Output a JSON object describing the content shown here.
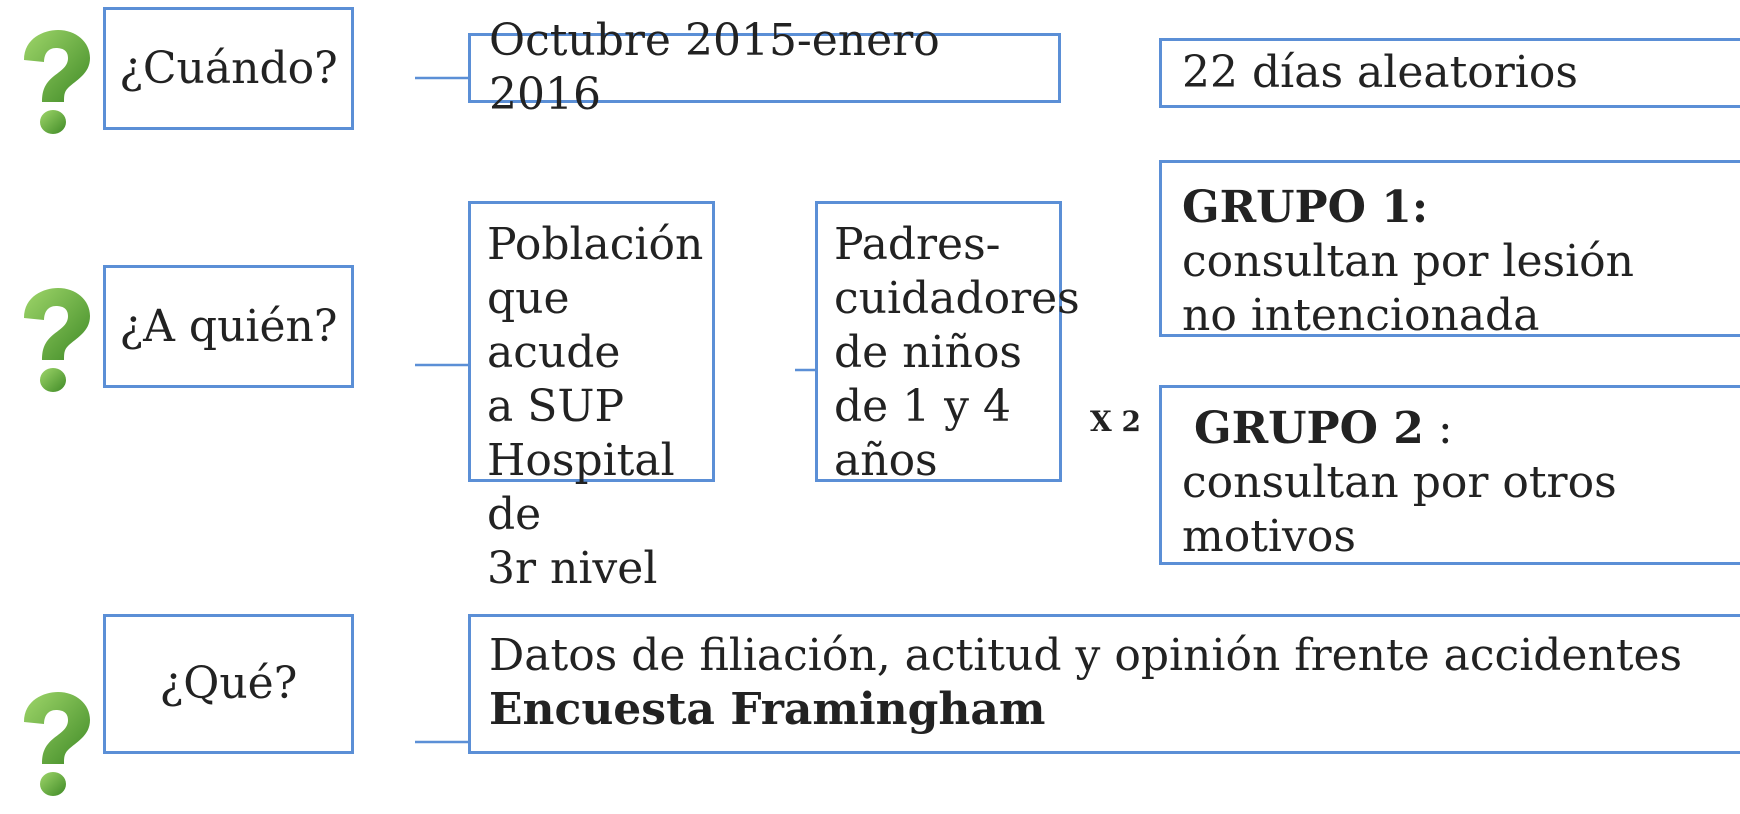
{
  "rows": {
    "when": {
      "question": "¿Cuándo?",
      "period": "Octubre 2015-enero 2016",
      "days": "22 días aleatorios"
    },
    "who": {
      "question": "¿A quién?",
      "population": [
        "Población",
        "que acude",
        "a SUP",
        "Hospital de",
        "3r nivel"
      ],
      "parents": [
        "Padres-",
        "cuidadores",
        "de niños",
        "de 1 y 4",
        "años"
      ],
      "multiplier": "X 2",
      "group1": {
        "title": "GRUPO 1:",
        "lines": [
          "consultan por lesión",
          "no intencionada"
        ]
      },
      "group2": {
        "title": "GRUPO 2",
        "suffix": " :",
        "lines": [
          "consultan por otros",
          "motivos"
        ]
      }
    },
    "what": {
      "question": "¿Qué?",
      "data_line": "Datos de filiación, actitud y opinión frente accidentes",
      "survey": "Encuesta Framingham"
    }
  },
  "colors": {
    "box_border": "#5b8fd6",
    "arrow": "#5b8fd6",
    "icon_green": "#5aa532"
  },
  "icon": "question-mark-icon"
}
